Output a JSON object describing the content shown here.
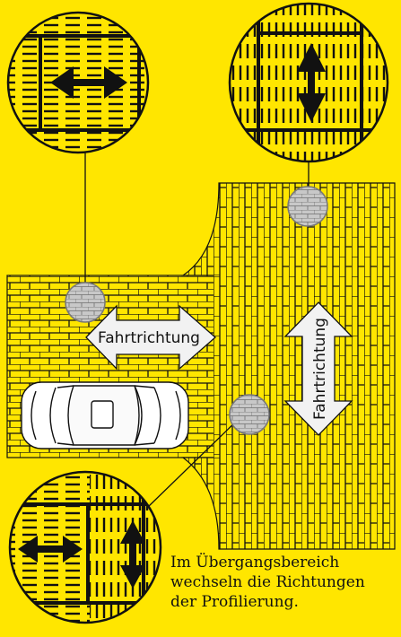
{
  "labels": {
    "horizontal_arrow": "Fahrtrichtung",
    "vertical_arrow": "Fahrtrichtung"
  },
  "caption": {
    "line1": "Im Übergangsbereich",
    "line2": "wechseln die Richtungen",
    "line3": "der Profilierung."
  },
  "colors": {
    "background": "#ffe600",
    "lines": "#111111",
    "arrow_fill": "#f2f2f2",
    "marker_circle": "#c8c8c8"
  },
  "icons": {
    "car": "car-top-view-icon",
    "arrows": "direction-arrow-icon"
  }
}
